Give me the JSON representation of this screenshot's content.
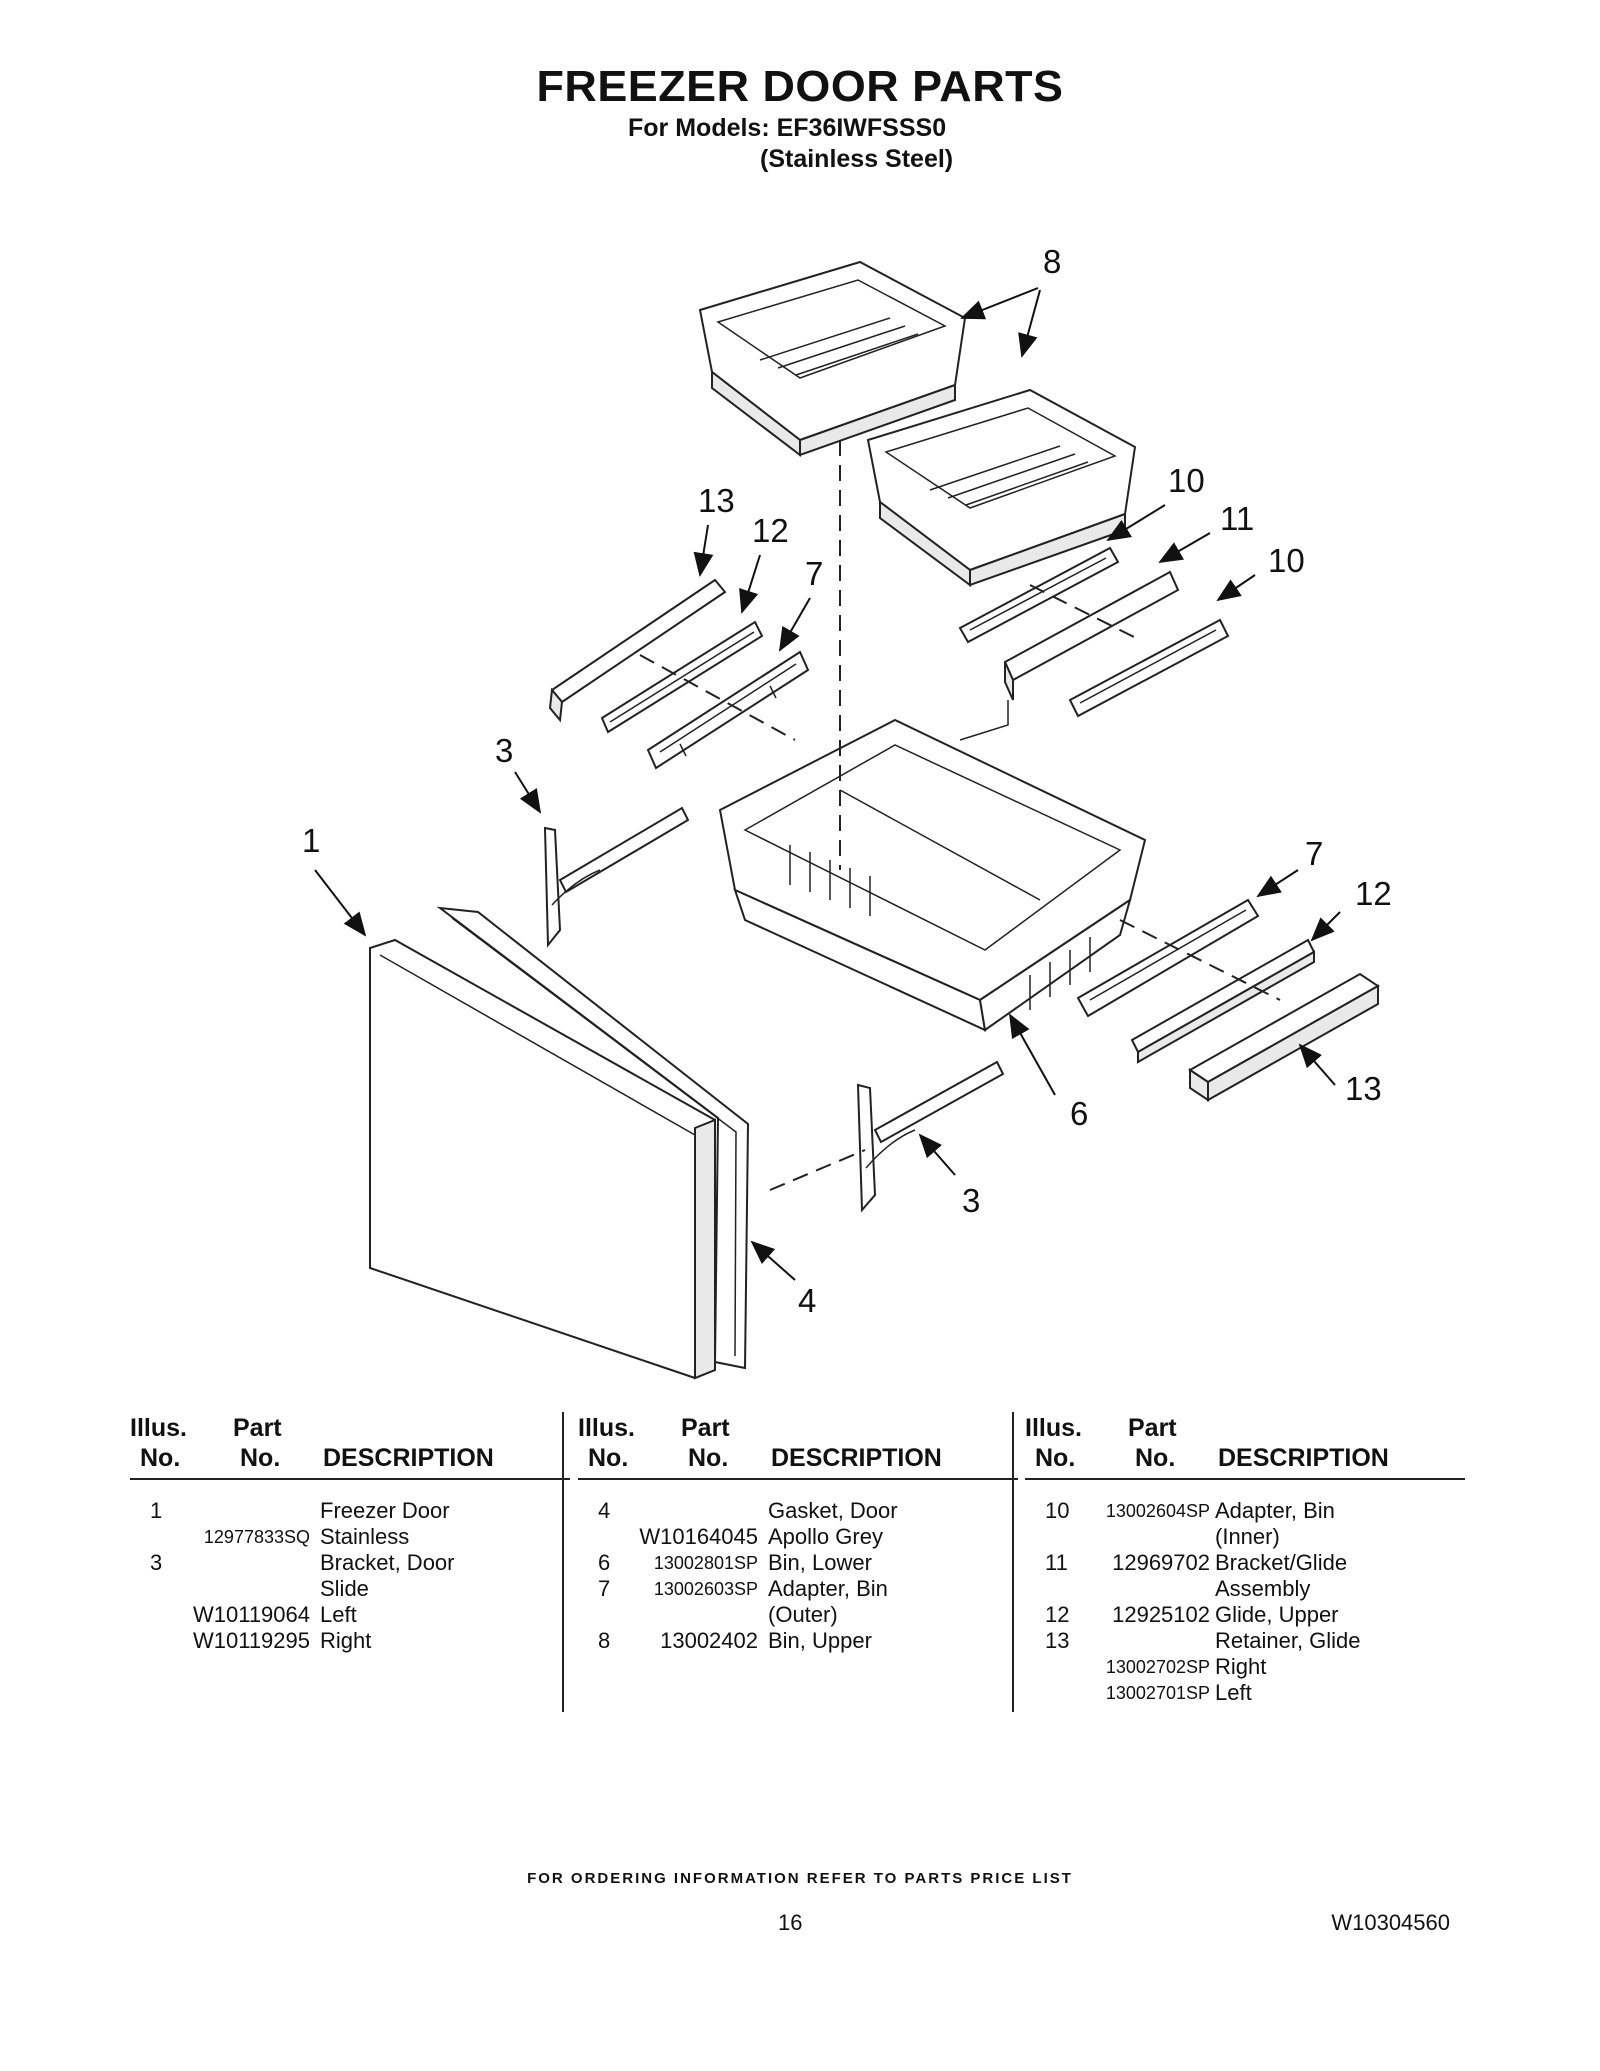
{
  "header": {
    "title": "FREEZER DOOR PARTS",
    "models_line": "For Models: EF36IWFSSS0",
    "finish_line": "(Stainless Steel)"
  },
  "diagram": {
    "callouts": [
      "8",
      "13",
      "12",
      "7",
      "10",
      "11",
      "10",
      "3",
      "1",
      "7",
      "12",
      "6",
      "13",
      "3",
      "4"
    ]
  },
  "table_headers": {
    "illus_top": "Illus.",
    "illus_bottom": "No.",
    "part_top": "Part",
    "part_bottom": "No.",
    "description": "DESCRIPTION"
  },
  "columns": [
    {
      "rows": [
        {
          "illus": "1",
          "part": "",
          "desc": "Freezer Door"
        },
        {
          "illus": "",
          "part": "12977833SQ",
          "desc": "Stainless"
        },
        {
          "illus": "3",
          "part": "",
          "desc": "Bracket, Door"
        },
        {
          "illus": "",
          "part": "",
          "desc": "Slide"
        },
        {
          "illus": "",
          "part": "W10119064",
          "desc": "Left"
        },
        {
          "illus": "",
          "part": "W10119295",
          "desc": "Right"
        }
      ]
    },
    {
      "rows": [
        {
          "illus": "4",
          "part": "",
          "desc": "Gasket, Door"
        },
        {
          "illus": "",
          "part": "W10164045",
          "desc": "Apollo Grey"
        },
        {
          "illus": "6",
          "part": "13002801SP",
          "desc": "Bin, Lower"
        },
        {
          "illus": "7",
          "part": "13002603SP",
          "desc": "Adapter, Bin"
        },
        {
          "illus": "",
          "part": "",
          "desc": "(Outer)"
        },
        {
          "illus": "8",
          "part": "13002402",
          "desc": "Bin, Upper"
        }
      ]
    },
    {
      "rows": [
        {
          "illus": "10",
          "part": "13002604SP",
          "desc": "Adapter, Bin"
        },
        {
          "illus": "",
          "part": "",
          "desc": "(Inner)"
        },
        {
          "illus": "11",
          "part": "12969702",
          "desc": "Bracket/Glide"
        },
        {
          "illus": "",
          "part": "",
          "desc": "Assembly"
        },
        {
          "illus": "12",
          "part": "12925102",
          "desc": "Glide, Upper"
        },
        {
          "illus": "13",
          "part": "",
          "desc": "Retainer, Glide"
        },
        {
          "illus": "",
          "part": "13002702SP",
          "desc": "Right"
        },
        {
          "illus": "",
          "part": "13002701SP",
          "desc": "Left"
        }
      ]
    }
  ],
  "footer": {
    "ordering_note": "FOR ORDERING INFORMATION REFER TO PARTS PRICE LIST",
    "page_number": "16",
    "document_number": "W10304560"
  }
}
